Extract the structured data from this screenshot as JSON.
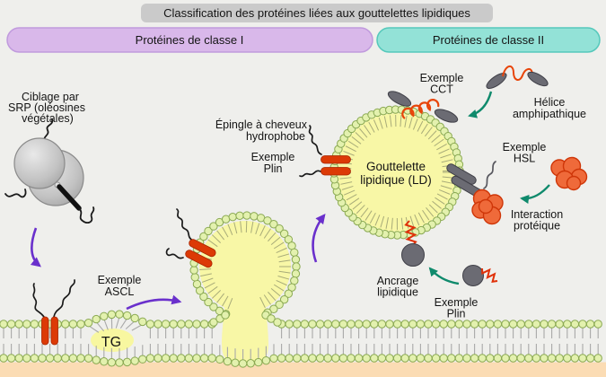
{
  "title": "Classification des protéines liées aux gouttelettes lipidiques",
  "headers": {
    "class1": "Protéines de classe I",
    "class2": "Protéines de classe II"
  },
  "labels": {
    "srp": [
      "Ciblage par",
      "SRP (oléosines",
      "végétales)"
    ],
    "ascl": [
      "Exemple",
      "ASCL"
    ],
    "hairpin": [
      "Épingle à cheveux",
      "hydrophobe"
    ],
    "plin_class1": [
      "Exemple",
      "Plin"
    ],
    "droplet": [
      "Gouttelette",
      "lipidique (LD)"
    ],
    "tg": "TG",
    "cct": [
      "Exemple",
      "CCT"
    ],
    "helix": [
      "Hélice",
      "amphipathique"
    ],
    "hsl": [
      "Exemple",
      "HSL"
    ],
    "interaction": [
      "Interaction",
      "protéique"
    ],
    "anchor": [
      "Ancrage",
      "lipidique"
    ],
    "plin_class2": [
      "Exemple",
      "Plin"
    ]
  },
  "colors": {
    "background": "#efefec",
    "title_bar": "#cacaca",
    "class1_fill": "#d9b8ea",
    "class1_border": "#c09add",
    "class2_fill": "#93e2d7",
    "class2_border": "#55c8bb",
    "droplet_fill": "#f8f7a6",
    "bead_fill": "#e3f1ae",
    "bead_stroke": "#8aa952",
    "cytosol_band": "#fbdcb4",
    "protein_red": "#dc3a06",
    "protein_orange": "#ef6a3a",
    "protein_gray": "#6b6b73",
    "arrow_purple": "#6a30cc",
    "arrow_teal": "#0f8a6c"
  }
}
